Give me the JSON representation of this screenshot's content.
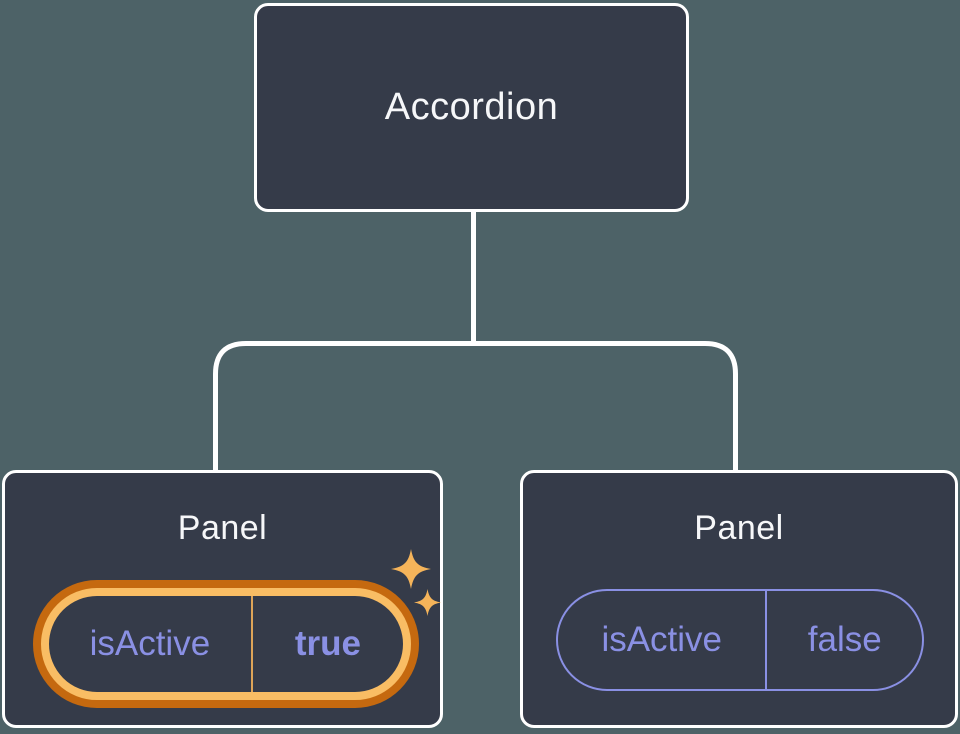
{
  "diagram": {
    "root": {
      "label": "Accordion"
    },
    "panels": [
      {
        "label": "Panel",
        "state_key": "isActive",
        "state_value": "true",
        "highlighted": true
      },
      {
        "label": "Panel",
        "state_key": "isActive",
        "state_value": "false",
        "highlighted": false
      }
    ]
  },
  "icons": {
    "highlight_large": "sparkle-icon",
    "highlight_small": "sparkle-icon"
  },
  "colors": {
    "background": "#4d6267",
    "node_fill": "#353b49",
    "node_border": "#ffffff",
    "connector": "#ffffff",
    "title_text": "#f6f7f9",
    "state_text": "#8a90e4",
    "pill_border": "#8a90e4",
    "highlight_ring_inner": "#f9bd64",
    "highlight_ring_outer": "#c5690f",
    "highlight_divider": "#dea458",
    "sparkle": "#f5b45a"
  }
}
